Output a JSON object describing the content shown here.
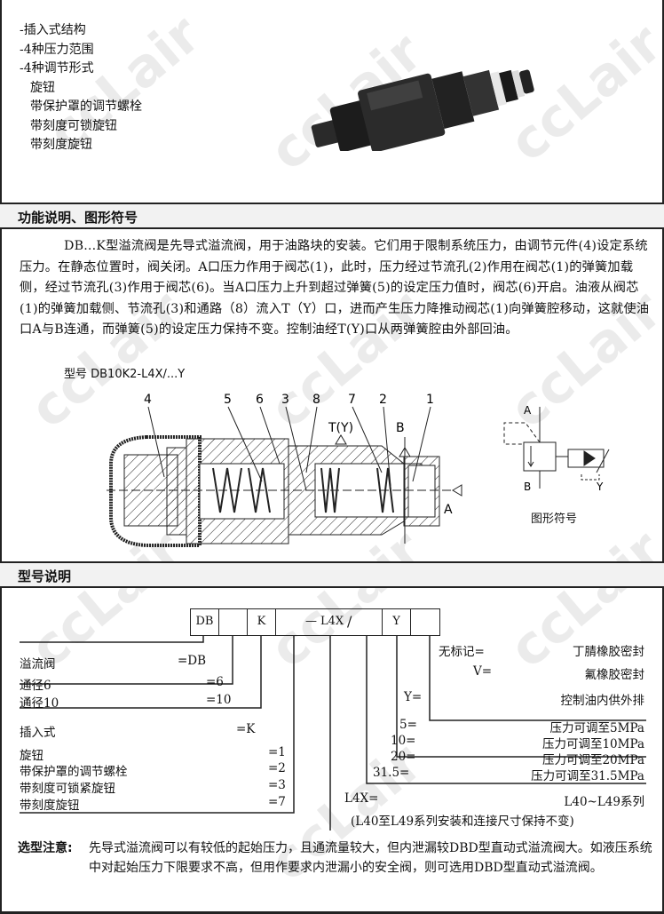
{
  "features": [
    "-插入式结构",
    "-4种压力范围",
    "-4种调节形式",
    "旋钮",
    "带保护罩的调节螺栓",
    "带刻度可锁旋钮",
    "带刻度旋钮"
  ],
  "watermark": "ccLair",
  "section1_title": "功能说明、图形符号",
  "description": "DB...K型溢流阀是先导式溢流阀，用于油路块的安装。它们用于限制系统压力，由调节元件(4)设定系统压力。在静态位置时，阀关闭。A口压力作用于阀芯(1)，此时，压力经过节流孔(2)作用在阀芯(1)的弹簧加载侧，经过节流孔(3)作用于阀芯(6)。当A口压力上升到超过弹簧(5)的设定压力值时，阀芯(6)开启。油液从阀芯(1)的弹簧加载侧、节流孔(3)和通路（8）流入T（Y）口，进而产生压力降推动阀芯(1)向弹簧腔移动，这就使油口A与B连通，而弹簧(5)的设定压力保持不变。控制油经T(Y)口从两弹簧腔由外部回油。",
  "diagram": {
    "model_label": "型号 DB10K2-L4X/...Y",
    "part_numbers": [
      "4",
      "5",
      "6",
      "3",
      "8",
      "7",
      "2",
      "1"
    ],
    "ports": {
      "t": "T(Y)",
      "b": "B",
      "a": "A"
    },
    "symbol": {
      "a": "A",
      "b": "B",
      "y": "Y",
      "caption": "图形符号"
    }
  },
  "section2_title": "型号说明",
  "code_boxes": [
    "DB",
    "",
    "K",
    "L4X",
    "Y",
    ""
  ],
  "code_rows": {
    "dbl": {
      "label": "溢流阀",
      "code": "=DB"
    },
    "size6": {
      "label": "通径6",
      "code": "=6"
    },
    "size10": {
      "label": "通径10",
      "code": "=10"
    },
    "insert": {
      "label": "插入式",
      "code": "=K"
    },
    "adj1": {
      "label": "旋钮",
      "code": "=1"
    },
    "adj2": {
      "label": "带保护罩的调节螺栓",
      "code": "=2"
    },
    "adj3": {
      "label": "带刻度可锁紧旋钮",
      "code": "=3"
    },
    "adj7": {
      "label": "带刻度旋钮",
      "code": "=7"
    },
    "seal_none": {
      "code": "无标记=",
      "label": "丁腈橡胶密封"
    },
    "seal_v": {
      "code": "V=",
      "label": "氟橡胶密封"
    },
    "y": {
      "code": "Y=",
      "label": "控制油内供外排"
    },
    "p5": {
      "code": "5=",
      "label": "压力可调至5MPa"
    },
    "p10": {
      "code": "10=",
      "label": "压力可调至10MPa"
    },
    "p20": {
      "code": "20=",
      "label": "压力可调至20MPa"
    },
    "p315": {
      "code": "31.5=",
      "label": "压力可调至31.5MPa"
    },
    "series": {
      "code": "L4X=",
      "label": "L40~L49系列",
      "note": "(L40至L49系列安装和连接尺寸保持不变)"
    }
  },
  "note": {
    "title": "选型注意:",
    "text": "先导式溢流阀可以有较低的起始压力，且通流量较大，但内泄漏较DBD型直动式溢流阀大。如液压系统中对起始压力下限要求不高，但用作要求内泄漏小的安全阀，则可选用DBD型直动式溢流阀。"
  }
}
